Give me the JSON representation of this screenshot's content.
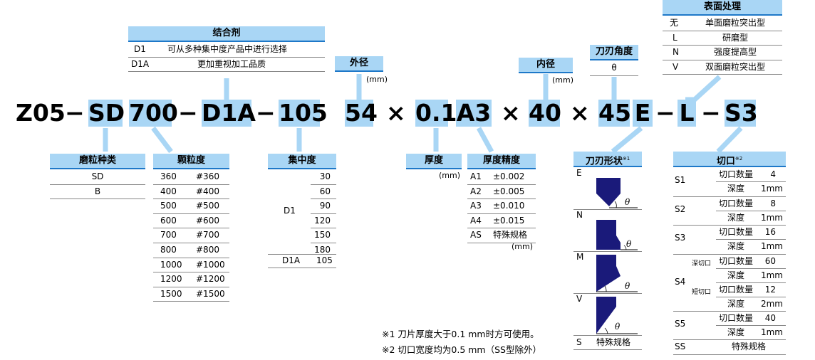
{
  "code": {
    "prefix": "Z05",
    "sep": "−",
    "abrasive": "SD",
    "grit": "700",
    "bond": "D1A",
    "concentration": "105",
    "od": "54",
    "x": "×",
    "thickness": "0.1",
    "tolerance": "A3",
    "id": "40",
    "angle": "45",
    "edge": "E",
    "surface": "L",
    "notch": "S3"
  },
  "bond_table": {
    "title": "结合剂",
    "rows": [
      {
        "code": "D1",
        "desc": "可从多种集中度产品中进行选择"
      },
      {
        "code": "D1A",
        "desc": "更加重视加工品质"
      }
    ]
  },
  "od_table": {
    "title": "外径",
    "unit": "(mm)"
  },
  "id_table": {
    "title": "内径",
    "unit": "(mm)"
  },
  "angle_table": {
    "title": "刀刃角度",
    "symbol": "θ"
  },
  "surface_table": {
    "title": "表面处理",
    "rows": [
      {
        "code": "无",
        "desc": "单面磨粒突出型"
      },
      {
        "code": "L",
        "desc": "研磨型"
      },
      {
        "code": "N",
        "desc": "强度提高型"
      },
      {
        "code": "V",
        "desc": "双面磨粒突出型"
      }
    ]
  },
  "abrasive_table": {
    "title": "磨粒种类",
    "rows": [
      "SD",
      "B"
    ]
  },
  "grit_table": {
    "title": "颗粒度",
    "rows": [
      [
        "360",
        "#360"
      ],
      [
        "400",
        "#400"
      ],
      [
        "500",
        "#500"
      ],
      [
        "600",
        "#600"
      ],
      [
        "700",
        "#700"
      ],
      [
        "800",
        "#800"
      ],
      [
        "1000",
        "#1000"
      ],
      [
        "1200",
        "#1200"
      ],
      [
        "1500",
        "#1500"
      ]
    ]
  },
  "conc_table": {
    "title": "集中度",
    "group_label": "D1",
    "d1_values": [
      "30",
      "60",
      "90",
      "120",
      "150",
      "180"
    ],
    "d1a_label": "D1A",
    "d1a_value": "105"
  },
  "thickness_table": {
    "title": "厚度",
    "unit": "(mm)"
  },
  "tolerance_table": {
    "title": "厚度精度",
    "rows": [
      [
        "A1",
        "±0.002"
      ],
      [
        "A2",
        "±0.005"
      ],
      [
        "A3",
        "±0.010"
      ],
      [
        "A4",
        "±0.015"
      ],
      [
        "AS",
        "特殊规格"
      ]
    ],
    "unit": "(mm)"
  },
  "edge_table": {
    "title": "刀刃形状",
    "note_mark": "※1",
    "shapes": [
      "E",
      "N",
      "M",
      "V"
    ],
    "theta": "θ",
    "special_code": "S",
    "special_desc": "特殊规格"
  },
  "notch_table": {
    "title": "切口",
    "note_mark": "※2",
    "count_label": "切口数量",
    "depth_label": "深度",
    "deep_label": "深切口",
    "short_label": "短切口",
    "rows": [
      {
        "code": "S1",
        "count": "4",
        "depth": "1mm"
      },
      {
        "code": "S2",
        "count": "8",
        "depth": "1mm"
      },
      {
        "code": "S3",
        "count": "16",
        "depth": "1mm"
      },
      {
        "code": "S4",
        "count": "60",
        "depth": "1mm",
        "count2": "12",
        "depth2": "2mm"
      },
      {
        "code": "S5",
        "count": "40",
        "depth": "1mm"
      }
    ],
    "special_code": "SS",
    "special_desc": "特殊规格"
  },
  "notes": [
    "※1 刀片厚度大于0.1 mm时方可使用。",
    "※2 切口宽度均为0.5 mm（SS型除外）"
  ],
  "colors": {
    "highlight": "#a9d6f5",
    "accent": "#1e78c8",
    "blade": "#1a1a7a",
    "connector": "#a9d6f5"
  }
}
